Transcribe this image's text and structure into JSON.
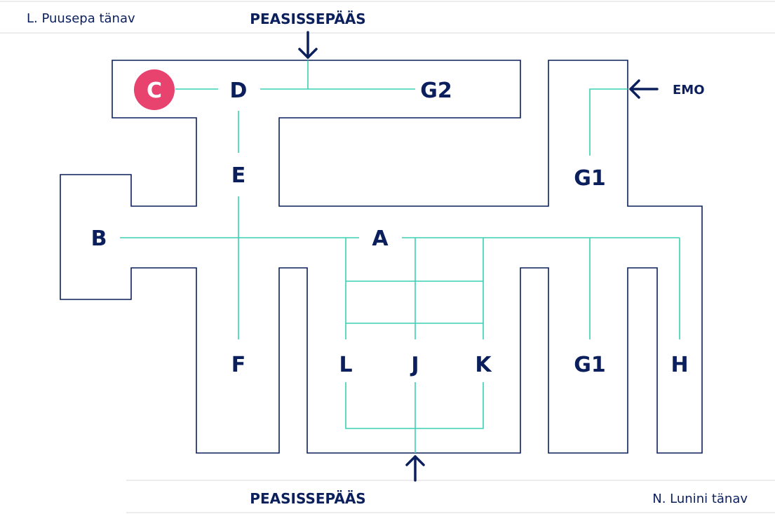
{
  "colors": {
    "building_outline": "#0b1f5c",
    "path_line": "#3ad1b4",
    "label_text": "#0b1f5c",
    "highlight_fill": "#e8426f",
    "highlight_text": "#ffffff",
    "street_line": "#e6e6ea"
  },
  "streets": {
    "top_left": "L. Puusepa tänav",
    "bottom_right": "N. Lunini tänav"
  },
  "entrances": {
    "main_top": "PEASISSEPÄÄS",
    "main_bottom": "PEASISSEPÄÄS",
    "emergency": "EMO"
  },
  "blocks": {
    "c": "C",
    "d": "D",
    "g2": "G2",
    "e": "E",
    "g1_upper": "G1",
    "b": "B",
    "a": "A",
    "f": "F",
    "l": "L",
    "j": "J",
    "k": "K",
    "g1_lower": "G1",
    "h": "H"
  },
  "highlighted_block": "C",
  "icons": {
    "top_entrance_arrow": "arrow-down-icon",
    "bottom_entrance_arrow": "arrow-up-icon",
    "emergency_arrow": "arrow-left-icon"
  }
}
